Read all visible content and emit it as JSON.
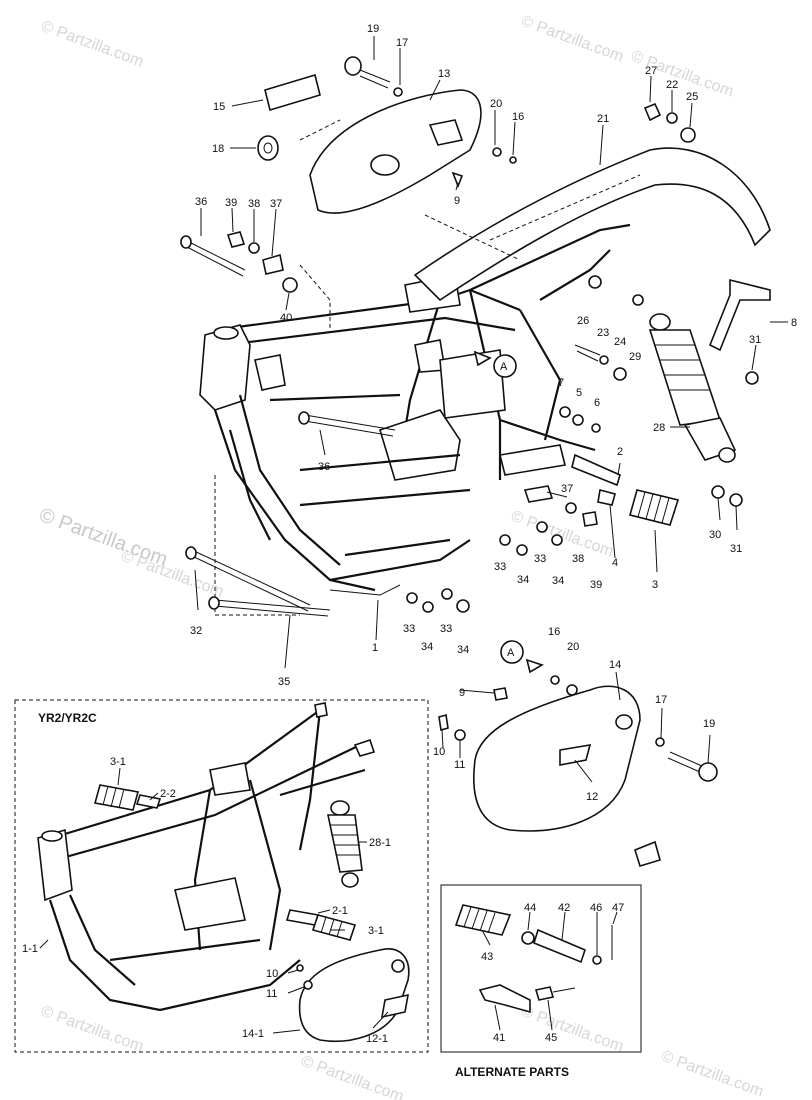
{
  "watermarks": [
    "© Partzilla.com",
    "© Partzilla.com",
    "© Partzilla.com",
    "© Partzilla.com",
    "© Partzilla.com",
    "© Partzilla.com",
    "© Partzilla.com",
    "© Partzilla.com",
    "© Partzilla.com",
    "© Partzilla.com"
  ],
  "labels": {
    "inset_title": "YR2/YR2C",
    "alternate_title": "ALTERNATE PARTS",
    "callout_a": "A"
  },
  "part_numbers": {
    "p1": "1",
    "p2": "2",
    "p3": "3",
    "p4": "4",
    "p5": "5",
    "p6": "6",
    "p7": "7",
    "p8": "8",
    "p9": "9",
    "p9b": "9",
    "p10": "10",
    "p11": "11",
    "p12": "12",
    "p13": "13",
    "p14": "14",
    "p15": "15",
    "p16": "16",
    "p16b": "16",
    "p17": "17",
    "p17b": "17",
    "p18": "18",
    "p19": "19",
    "p19b": "19",
    "p20": "20",
    "p20b": "20",
    "p21": "21",
    "p22": "22",
    "p23": "23",
    "p24": "24",
    "p25": "25",
    "p26": "26",
    "p27": "27",
    "p28": "28",
    "p29": "29",
    "p30": "30",
    "p31": "31",
    "p31b": "31",
    "p32": "32",
    "p33": "33",
    "p33b": "33",
    "p33c": "33",
    "p33d": "33",
    "p34": "34",
    "p34b": "34",
    "p34c": "34",
    "p34d": "34",
    "p35": "35",
    "p36": "36",
    "p36b": "36",
    "p37": "37",
    "p37b": "37",
    "p38": "38",
    "p38b": "38",
    "p39": "39",
    "p39b": "39",
    "p40": "40",
    "p41": "41",
    "p42": "42",
    "p43": "43",
    "p44": "44",
    "p45": "45",
    "p46": "46",
    "p47": "47",
    "i11": "1-1",
    "i21": "2-1",
    "i22": "2-2",
    "i31": "3-1",
    "i31b": "3-1",
    "i10": "10",
    "i11b": "11",
    "i141": "14-1",
    "i121": "12-1",
    "i281": "28-1"
  }
}
